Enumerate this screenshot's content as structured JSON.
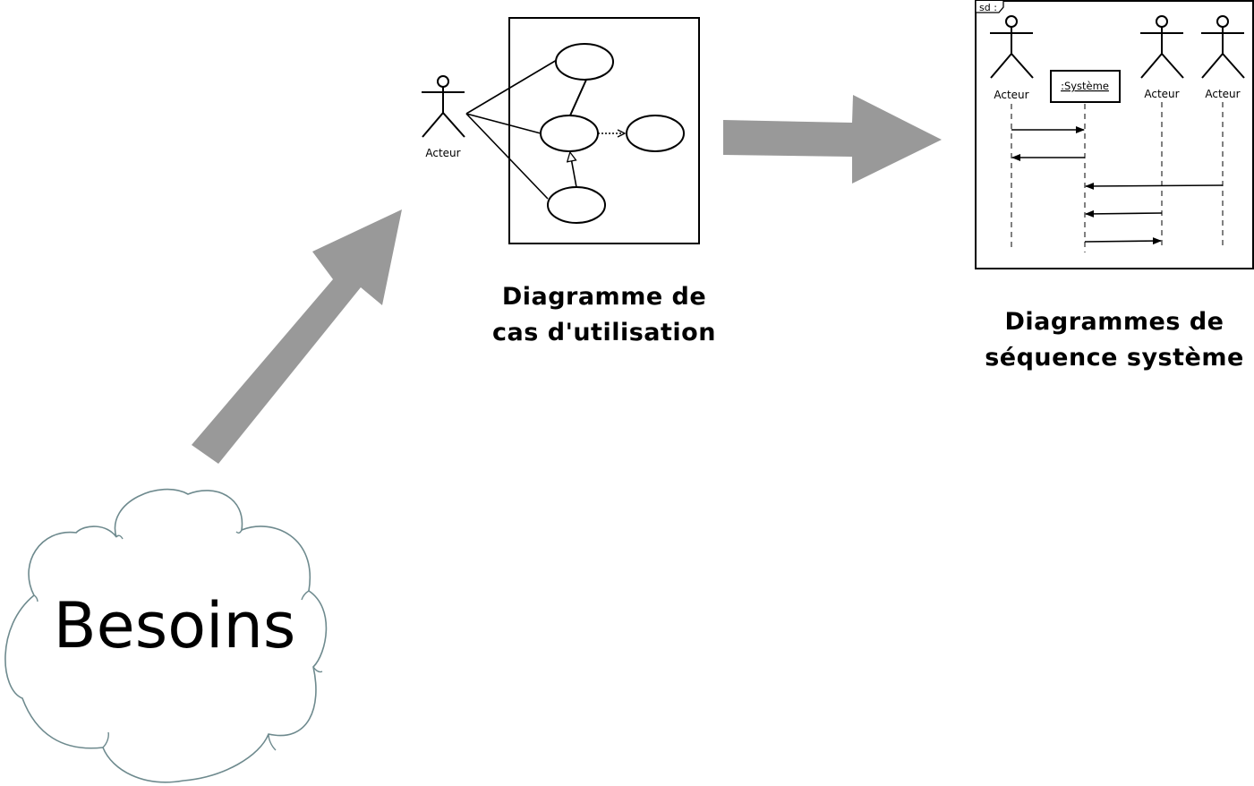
{
  "needs_cloud": {
    "label": "Besoins",
    "stroke_color": "#6e8a8e"
  },
  "arrow_color": "#999999",
  "use_case_diagram": {
    "actor_label": "Acteur",
    "caption_lines": [
      "Diagramme de",
      "cas d'utilisation"
    ]
  },
  "sequence_diagram": {
    "frame_label": "sd :",
    "system_label": ":Système",
    "actors": [
      "Acteur",
      "Acteur",
      "Acteur"
    ],
    "caption_lines": [
      "Diagrammes de",
      "séquence système"
    ]
  }
}
